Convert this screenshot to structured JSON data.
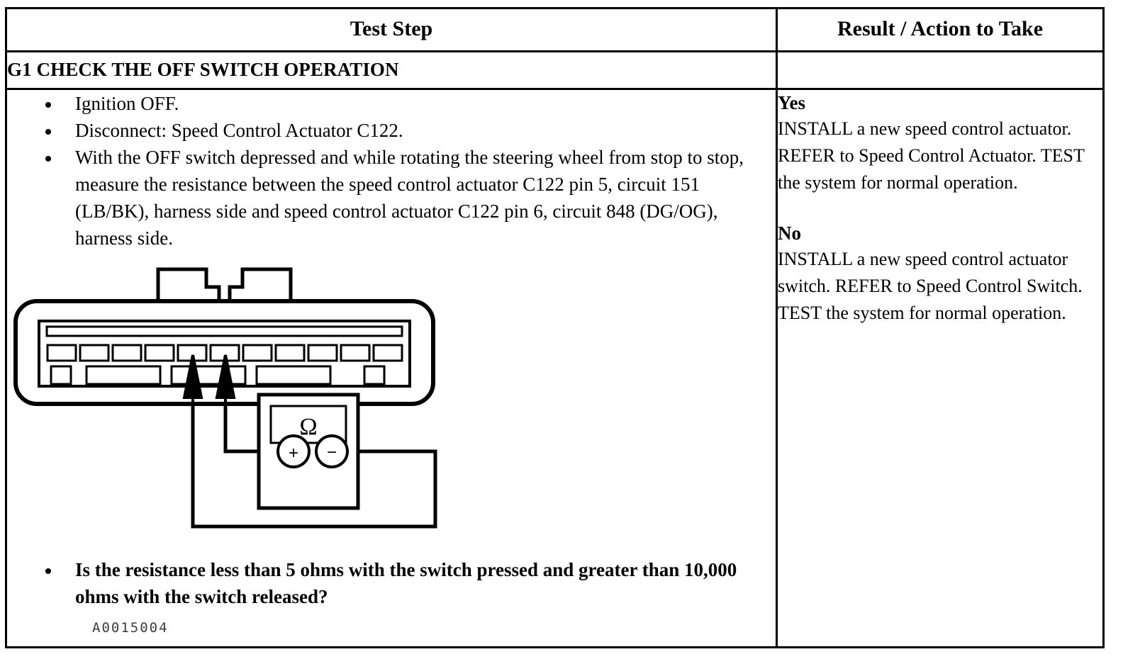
{
  "table": {
    "headers": {
      "test_step": "Test Step",
      "result_action": "Result / Action to Take"
    },
    "section_title": "G1 CHECK THE OFF SWITCH OPERATION"
  },
  "steps": [
    "Ignition OFF.",
    "Disconnect: Speed Control Actuator C122.",
    "With the OFF switch depressed and while rotating the steering wheel from stop to stop, measure the resistance between the speed control actuator C122 pin 5, circuit 151 (LB/BK), harness side and speed control actuator C122 pin 6, circuit 848 (DG/OG), harness side."
  ],
  "question": "Is the resistance less than 5 ohms with the switch pressed and greater than 10,000 ohms with the switch released?",
  "results": [
    {
      "label": "Yes",
      "text": "INSTALL a new speed control actuator. REFER to Speed Control Actuator. TEST the system for normal operation."
    },
    {
      "label": "No",
      "text": "INSTALL a new speed control actuator switch. REFER to Speed Control Switch. TEST the system for normal operation."
    }
  ],
  "figure": {
    "id_label": "A0015004",
    "meter_symbol": "Ω",
    "terminal_positive": "+",
    "terminal_negative": "−",
    "connector_pin_count": 11,
    "probed_pins": [
      5,
      6
    ]
  },
  "colors": {
    "ink": "#000000",
    "paper": "#ffffff"
  }
}
